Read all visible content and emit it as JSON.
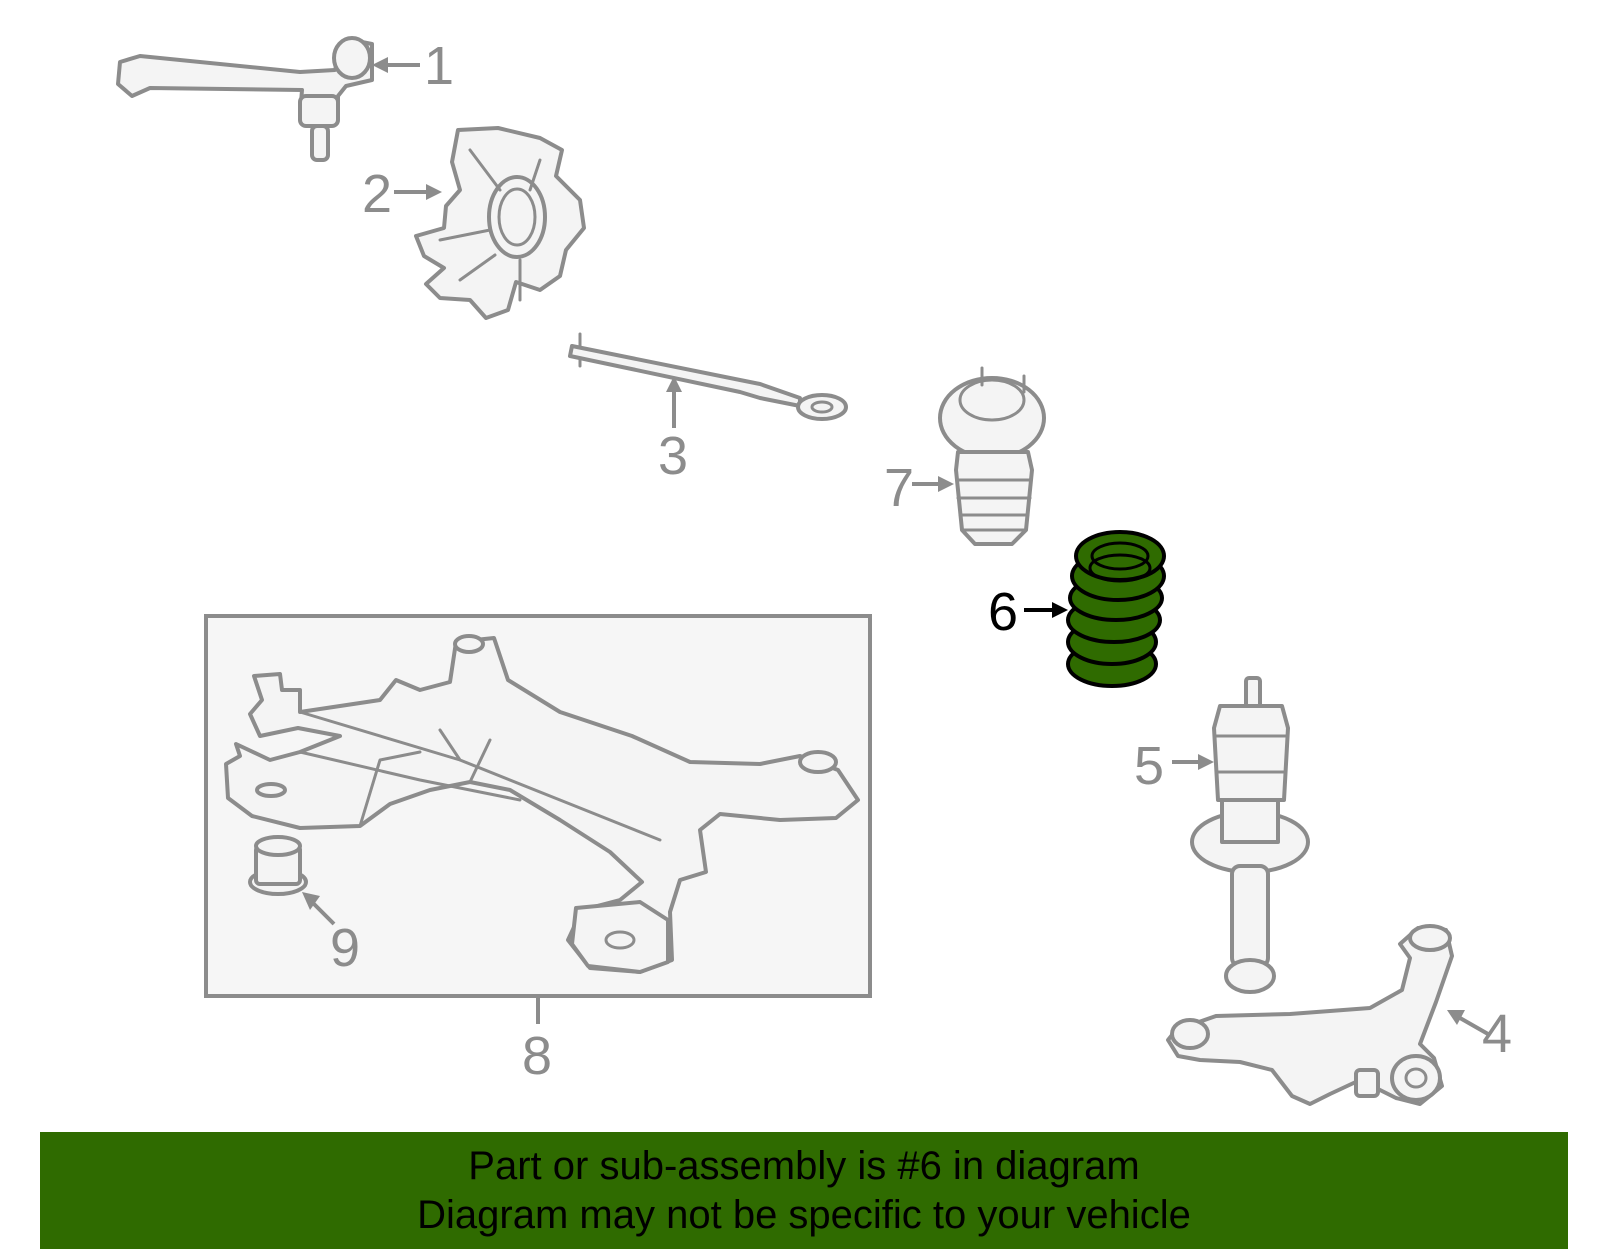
{
  "callouts": {
    "c1": "1",
    "c2": "2",
    "c3": "3",
    "c4": "4",
    "c5": "5",
    "c6": "6",
    "c7": "7",
    "c8": "8",
    "c9": "9"
  },
  "highlight_color": "#2f6b00",
  "banner": {
    "line1": "Part or sub-assembly is #6 in diagram",
    "line2": "Diagram may not be specific to your vehicle"
  }
}
